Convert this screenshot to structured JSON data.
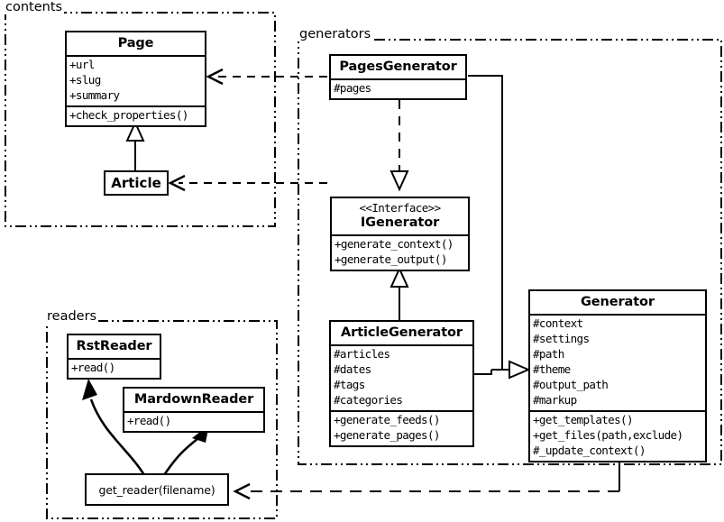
{
  "diagram": {
    "type": "uml-class-diagram",
    "background": "#ffffff",
    "line_color": "#000000"
  },
  "packages": [
    {
      "id": "contents",
      "label": "contents"
    },
    {
      "id": "generators",
      "label": "generators"
    },
    {
      "id": "readers",
      "label": "readers"
    }
  ],
  "classes": {
    "page": {
      "name": "Page",
      "attributes": [
        "+url",
        "+slug",
        "+summary"
      ],
      "methods": [
        "+check_properties()"
      ]
    },
    "article": {
      "name": "Article"
    },
    "pages_generator": {
      "name": "PagesGenerator",
      "attributes": [
        "#pages"
      ]
    },
    "igenerator": {
      "stereotype": "<<Interface>>",
      "name": "IGenerator",
      "methods": [
        "+generate_context()",
        "+generate_output()"
      ]
    },
    "article_generator": {
      "name": "ArticleGenerator",
      "attributes": [
        "#articles",
        "#dates",
        "#tags",
        "#categories"
      ],
      "methods": [
        "+generate_feeds()",
        "+generate_pages()"
      ]
    },
    "generator": {
      "name": "Generator",
      "attributes": [
        "#context",
        "#settings",
        "#path",
        "#theme",
        "#output_path",
        "#markup"
      ],
      "methods": [
        "+get_templates()",
        "+get_files(path,exclude)",
        "#_update_context()"
      ]
    },
    "rst_reader": {
      "name": "RstReader",
      "methods": [
        "+read()"
      ]
    },
    "mardown_reader": {
      "name": "MardownReader",
      "methods": [
        "+read()"
      ]
    },
    "get_reader": {
      "name": "get_reader(filename)"
    }
  },
  "relations": [
    {
      "from": "article",
      "to": "page",
      "type": "generalization"
    },
    {
      "from": "pages_generator",
      "to": "page",
      "type": "dependency"
    },
    {
      "from": "article_generator",
      "to": "article",
      "type": "dependency"
    },
    {
      "from": "pages_generator",
      "to": "igenerator",
      "type": "realization"
    },
    {
      "from": "article_generator",
      "to": "igenerator",
      "type": "generalization"
    },
    {
      "from": "pages_generator",
      "to": "generator",
      "type": "generalization"
    },
    {
      "from": "article_generator",
      "to": "generator",
      "type": "generalization"
    },
    {
      "from": "get_reader",
      "to": "rst_reader",
      "type": "association"
    },
    {
      "from": "get_reader",
      "to": "mardown_reader",
      "type": "association"
    },
    {
      "from": "generator",
      "to": "get_reader",
      "type": "dependency"
    }
  ]
}
